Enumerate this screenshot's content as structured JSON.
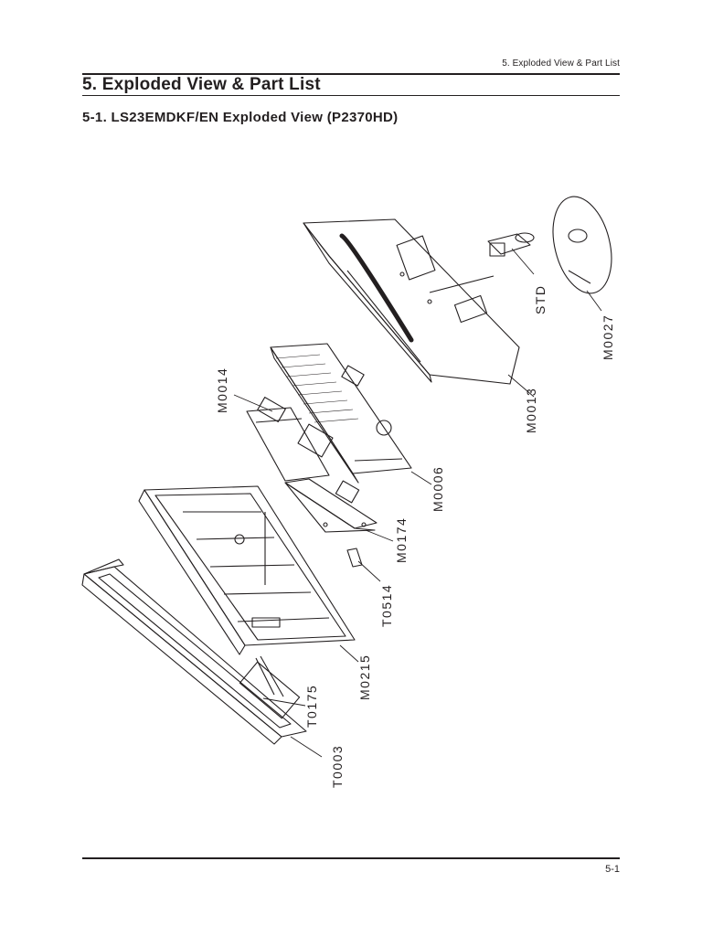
{
  "header": {
    "running_title": "5. Exploded View & Part List"
  },
  "section": {
    "title": "5. Exploded View & Part List"
  },
  "subsection": {
    "title": "5-1. LS23EMDKF/EN  Exploded View (P2370HD)"
  },
  "callouts": {
    "t0003": "T0003",
    "t0175": "T0175",
    "m0215": "M0215",
    "t0514": "T0514",
    "m0174": "M0174",
    "m0014": "M0014",
    "m0006": "M0006",
    "m0013": "M0013",
    "std": "STD",
    "m0027": "M0027"
  },
  "footer": {
    "page_number": "5-1"
  }
}
